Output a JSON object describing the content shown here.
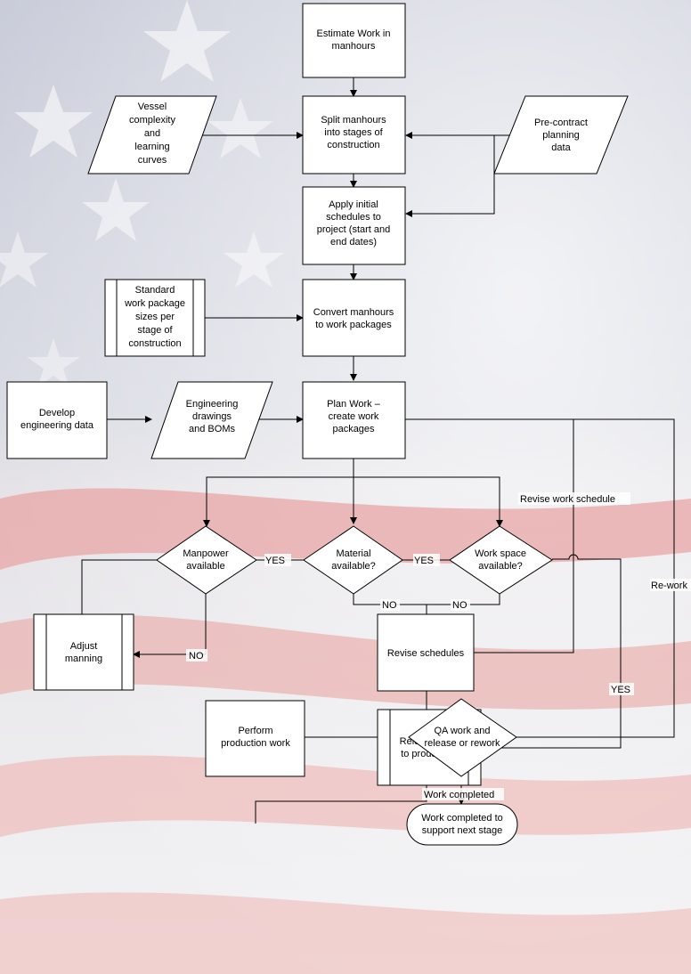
{
  "nodes": {
    "estimate": [
      "Estimate Work in",
      "manhours"
    ],
    "split": [
      "Split manhours",
      "into stages of",
      "construction"
    ],
    "vessel": [
      "Vessel",
      "complexity",
      "and",
      "learning",
      "curves"
    ],
    "precontract": [
      "Pre-contract",
      "planning",
      "data"
    ],
    "apply": [
      "Apply initial",
      "schedules to",
      "project (start and",
      "end dates)"
    ],
    "standard": [
      "Standard",
      "work package",
      "sizes per",
      "stage of",
      "construction"
    ],
    "convert": [
      "Convert manhours",
      "to work packages"
    ],
    "develop": [
      "Develop",
      "engineering data"
    ],
    "drawings": [
      "Engineering",
      "drawings",
      "and BOMs"
    ],
    "plan": [
      "Plan Work –",
      "create work",
      "packages"
    ],
    "manpower": [
      "Manpower",
      "available"
    ],
    "material": [
      "Material",
      "available?"
    ],
    "workspace": [
      "Work space",
      "available?"
    ],
    "adjust": [
      "Adjust",
      "manning"
    ],
    "revise": [
      "Revise schedules"
    ],
    "release": [
      "Release work",
      "to production"
    ],
    "perform": [
      "Perform",
      "production work"
    ],
    "qa": [
      "QA work and",
      "release or rework"
    ],
    "completed": [
      "Work completed to",
      "support next stage"
    ]
  },
  "edge_labels": {
    "yes_manpower": "YES",
    "yes_material": "YES",
    "no_manpower": "NO",
    "no_material": "NO",
    "no_workspace": "NO",
    "yes_workspace": "YES",
    "revise_schedule": "Revise work schedule",
    "rework": "Re-work",
    "work_completed": "Work completed"
  }
}
